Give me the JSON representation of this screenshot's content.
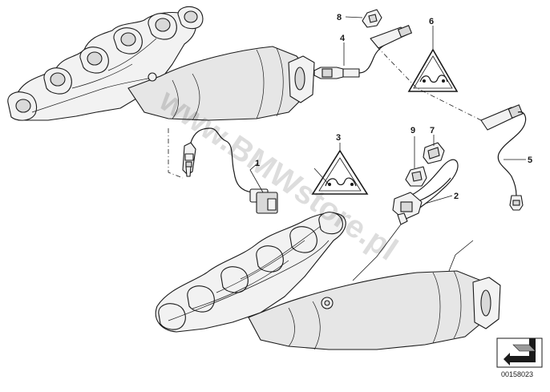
{
  "diagram": {
    "watermark": "www.BMWstore.pl",
    "doc_id": "00158023",
    "callouts": [
      {
        "id": "c1",
        "label": "1"
      },
      {
        "id": "c2",
        "label": "2"
      },
      {
        "id": "c3",
        "label": "3"
      },
      {
        "id": "c4",
        "label": "4"
      },
      {
        "id": "c5",
        "label": "5"
      },
      {
        "id": "c6",
        "label": "6"
      },
      {
        "id": "c7",
        "label": "7"
      },
      {
        "id": "c8",
        "label": "8"
      },
      {
        "id": "c9",
        "label": "9"
      }
    ],
    "icons": {
      "warning_triangle": "warning-triangle-icon",
      "nav_arrow": "nav-arrow-icon"
    }
  }
}
